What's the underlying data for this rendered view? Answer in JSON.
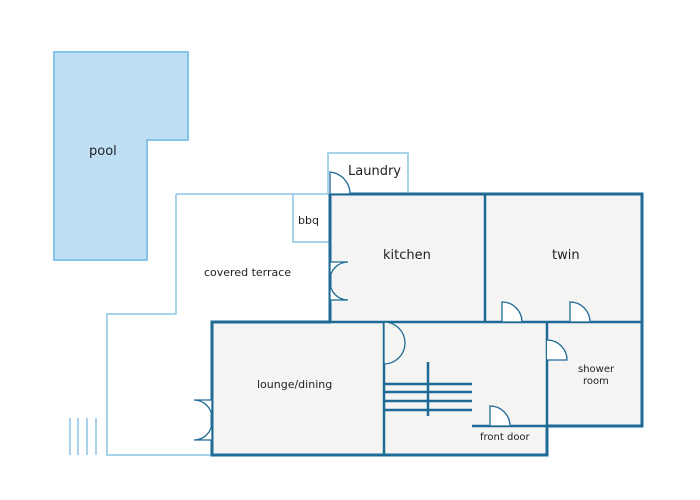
{
  "plan": {
    "labels": {
      "pool": "pool",
      "laundry": "Laundry",
      "bbq": "bbq",
      "covered_terrace": "covered terrace",
      "kitchen": "kitchen",
      "twin": "twin",
      "lounge_dining": "lounge/dining",
      "shower_room_line1": "shower",
      "shower_room_line2": "room",
      "front_door": "front door"
    },
    "colors": {
      "wall": "#1e6a96",
      "outline": "#a9d3ec",
      "room_fill": "#f4f4f3",
      "pool_fill": "#bfe0f4",
      "pool_stroke": "#86c3e6"
    }
  }
}
